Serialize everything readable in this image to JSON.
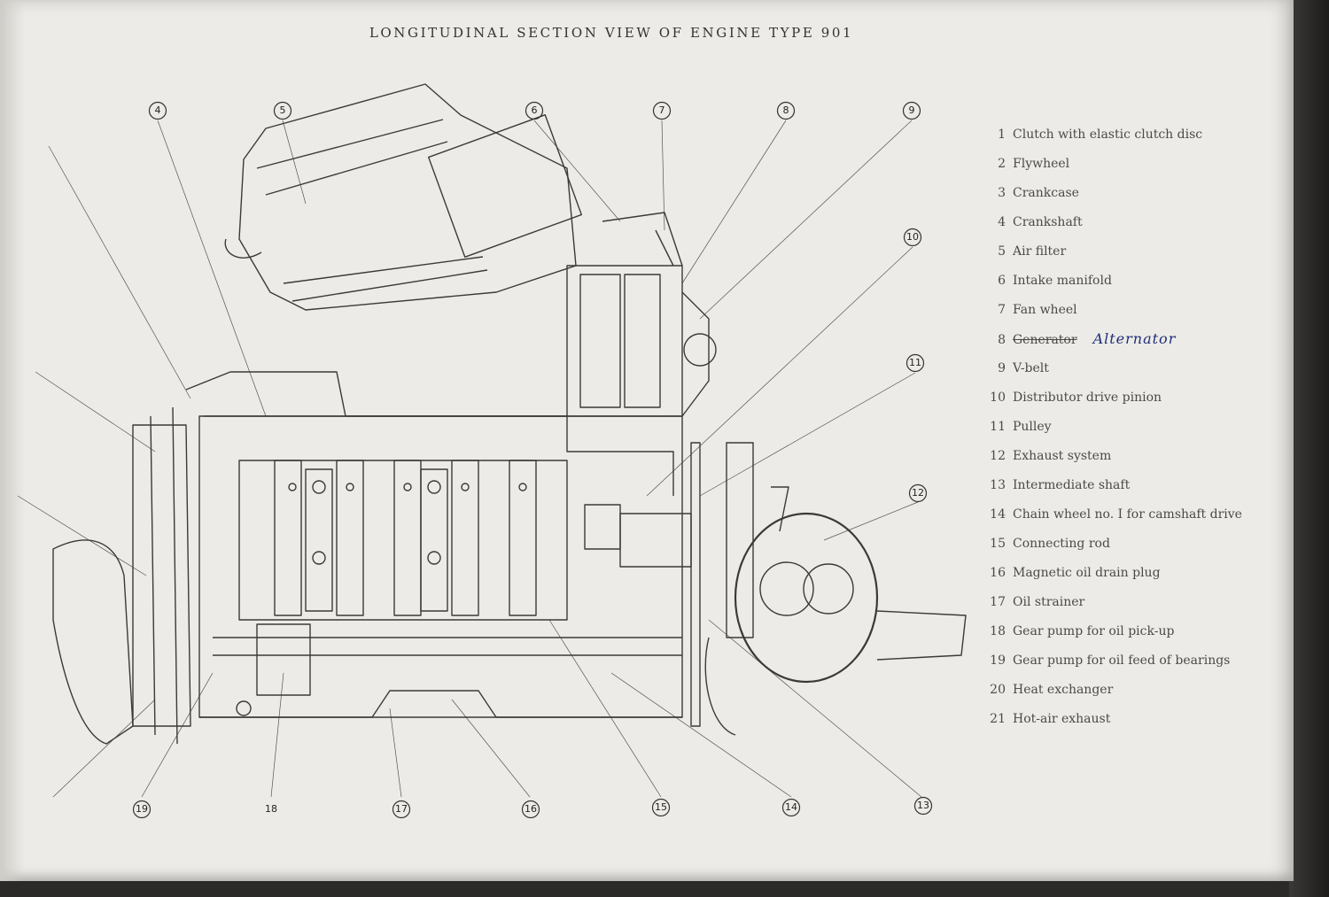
{
  "title": "LONGITUDINAL SECTION VIEW OF ENGINE TYPE 901",
  "legend": [
    {
      "num": "1",
      "text": "Clutch with elastic clutch disc"
    },
    {
      "num": "2",
      "text": "Flywheel"
    },
    {
      "num": "3",
      "text": "Crankcase"
    },
    {
      "num": "4",
      "text": "Crankshaft"
    },
    {
      "num": "5",
      "text": "Air filter"
    },
    {
      "num": "6",
      "text": "Intake manifold"
    },
    {
      "num": "7",
      "text": "Fan wheel"
    },
    {
      "num": "8",
      "text": "Generator",
      "struck": true,
      "handwritten": "Alternator"
    },
    {
      "num": "9",
      "text": "V-belt"
    },
    {
      "num": "10",
      "text": "Distributor drive pinion"
    },
    {
      "num": "11",
      "text": "Pulley"
    },
    {
      "num": "12",
      "text": "Exhaust system"
    },
    {
      "num": "13",
      "text": "Intermediate shaft"
    },
    {
      "num": "14",
      "text": "Chain wheel no. I for camshaft drive"
    },
    {
      "num": "15",
      "text": "Connecting rod"
    },
    {
      "num": "16",
      "text": "Magnetic oil drain plug"
    },
    {
      "num": "17",
      "text": "Oil strainer"
    },
    {
      "num": "18",
      "text": "Gear pump for oil pick-up"
    },
    {
      "num": "19",
      "text": "Gear pump for oil feed of bearings"
    },
    {
      "num": "20",
      "text": "Heat exchanger"
    },
    {
      "num": "21",
      "text": "Hot-air exhaust"
    }
  ],
  "callouts": {
    "c4": "4",
    "c5": "5",
    "c6": "6",
    "c7": "7",
    "c8": "8",
    "c9": "9",
    "c10": "10",
    "c11": "11",
    "c12": "12",
    "c13": "13",
    "c14": "14",
    "c15": "15",
    "c16": "16",
    "c17": "17",
    "c18": "18",
    "c19": "19"
  }
}
